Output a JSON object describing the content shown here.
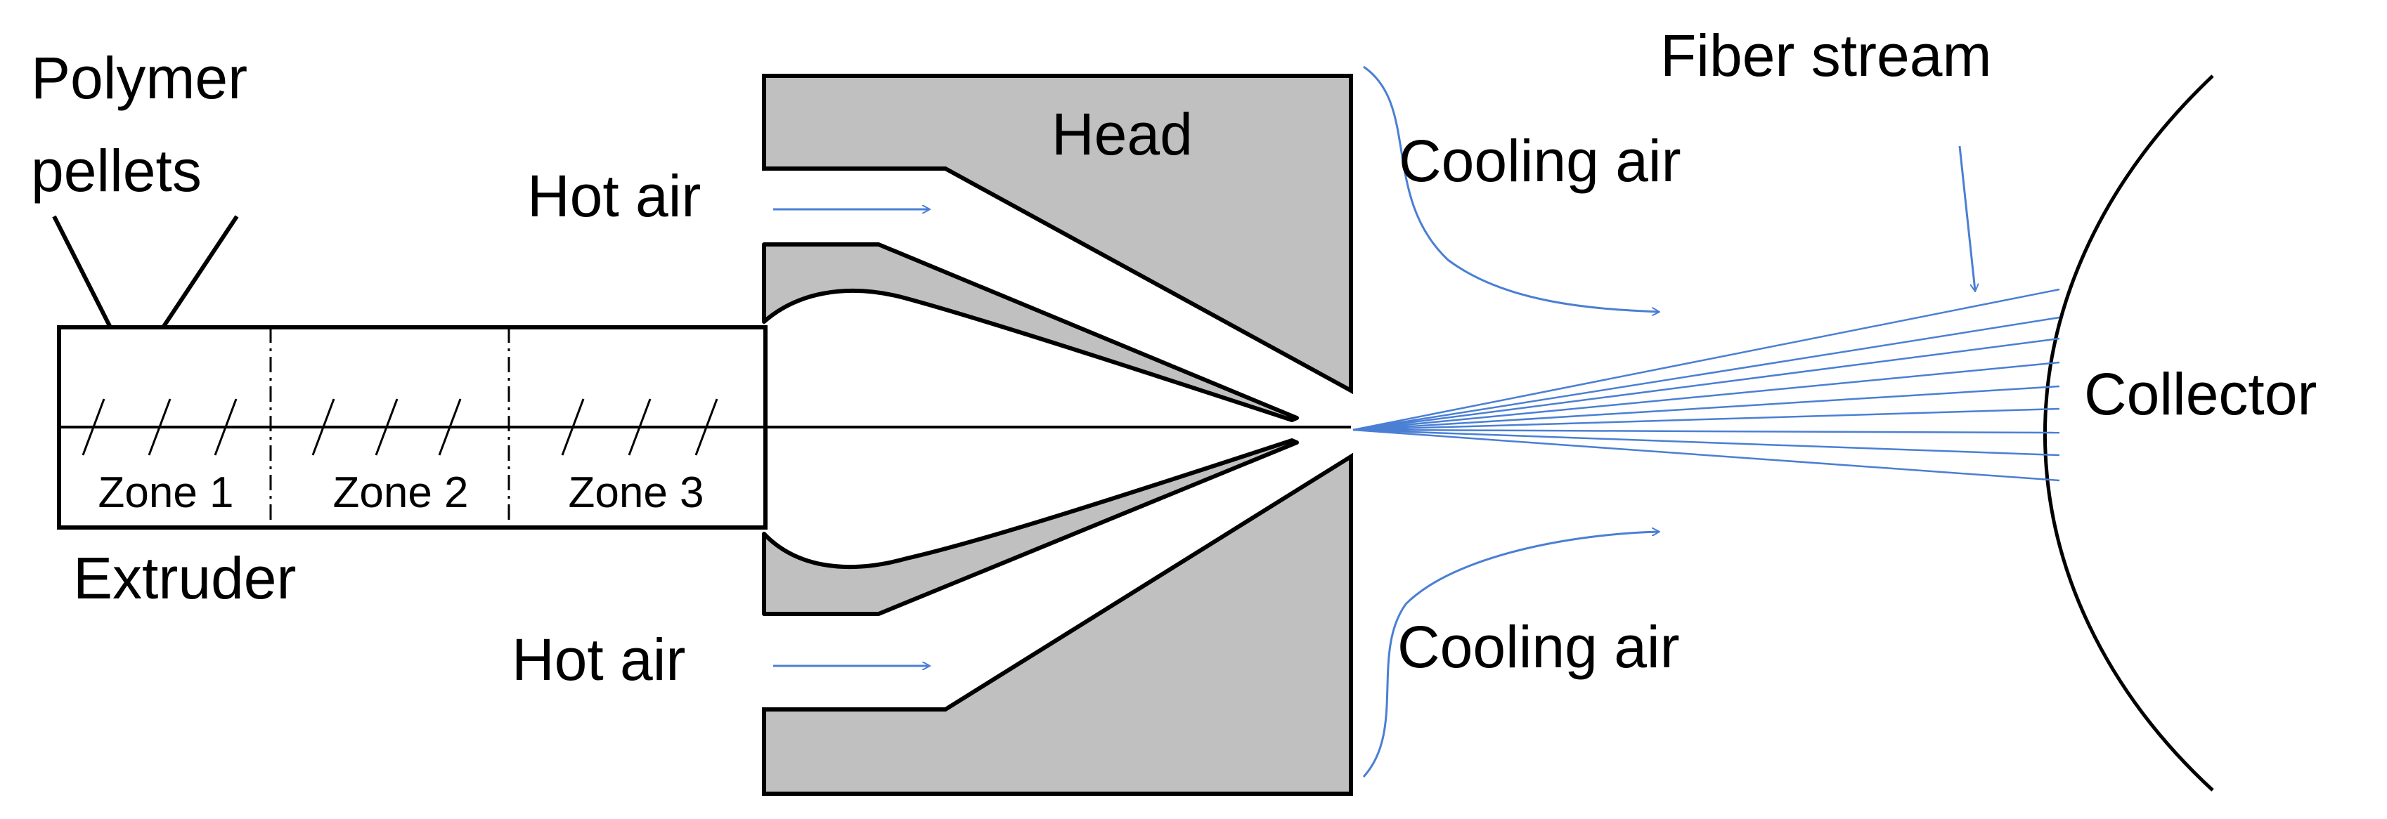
{
  "labels": {
    "polymer_line1": "Polymer",
    "polymer_line2": "pellets",
    "zone1": "Zone 1",
    "zone2": "Zone 2",
    "zone3": "Zone 3",
    "extruder": "Extruder",
    "hot_air_top": "Hot air",
    "hot_air_bottom": "Hot air",
    "head": "Head",
    "cooling_air_top": "Cooling air",
    "cooling_air_bottom": "Cooling air",
    "fiber_stream": "Fiber stream",
    "collector": "Collector"
  },
  "colors": {
    "outline": "#000000",
    "head_fill": "#c0c0c0",
    "airflow": "#4a7fd4"
  }
}
